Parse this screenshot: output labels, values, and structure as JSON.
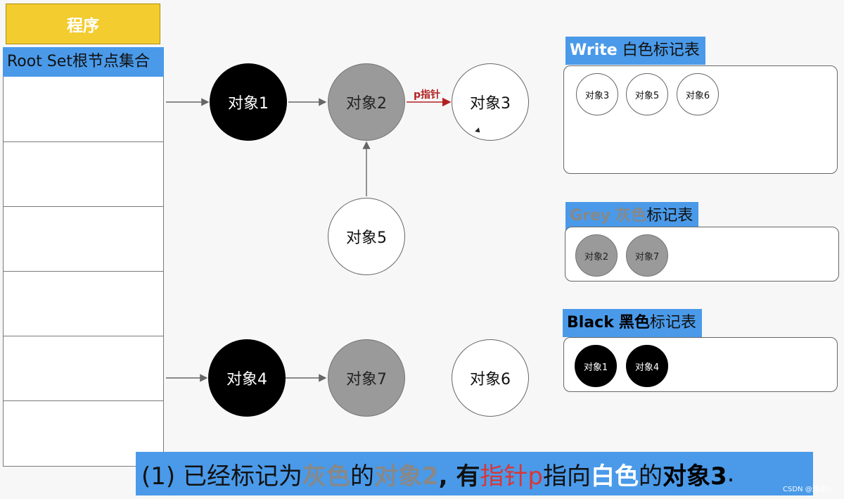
{
  "program": {
    "label": "程序"
  },
  "root_set": {
    "label": "Root Set根节点集合"
  },
  "objects": {
    "object1": "对象1",
    "object2": "对象2",
    "object3": "对象3",
    "object4": "对象4",
    "object5": "对象5",
    "object6": "对象6",
    "object7": "对象7"
  },
  "pointer_label": "p指针",
  "tables": {
    "white": {
      "title_en": "Write",
      "title_cn": "白色标记表",
      "items": [
        "对象3",
        "对象5",
        "对象6"
      ]
    },
    "grey": {
      "title_en": "Grey",
      "title_cn_color": "灰色",
      "title_cn_rest": "标记表",
      "items": [
        "对象2",
        "对象7"
      ]
    },
    "black": {
      "title_en": "Black",
      "title_cn_color": "黑色",
      "title_cn_rest": "标记表",
      "items": [
        "对象1",
        "对象4"
      ]
    }
  },
  "caption": {
    "part1": "(1) 已经标记为",
    "part2": "灰色",
    "part3": "的",
    "part4": "对象2",
    "part5": ", 有",
    "part6": "指针p",
    "part7": "指向",
    "part8": "白色",
    "part9": "的",
    "part10": "对象3",
    "part11": "."
  },
  "watermark": "CSDN @迷途er",
  "colors": {
    "yellow": "#f3cc2f",
    "blue": "#4a9ae9",
    "grey": "#9a9a9a",
    "red": "#d93636",
    "black": "#000000",
    "white": "#ffffff"
  }
}
